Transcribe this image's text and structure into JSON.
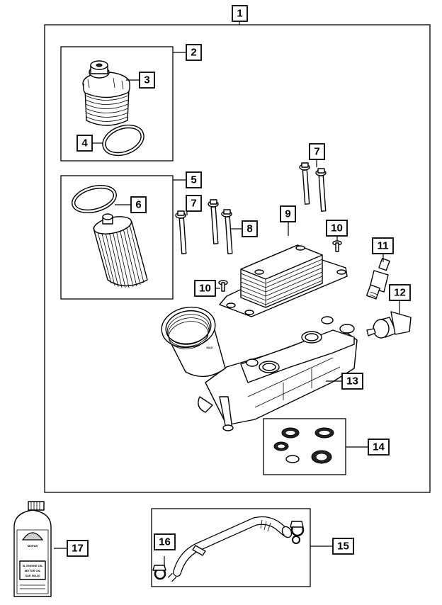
{
  "callouts": {
    "c1": "1",
    "c2": "2",
    "c3": "3",
    "c4": "4",
    "c5": "5",
    "c6": "6",
    "c7a": "7",
    "c7b": "7",
    "c8": "8",
    "c9": "9",
    "c10a": "10",
    "c10b": "10",
    "c11": "11",
    "c12": "12",
    "c13": "13",
    "c14": "14",
    "c15": "15",
    "c16": "16",
    "c17": "17"
  },
  "oil_bottle": {
    "brand_mark": "MOPAR",
    "line1": "5L ENGINE OIL",
    "line2": "MOTOR OIL",
    "line3": "SAE 5W-30"
  }
}
